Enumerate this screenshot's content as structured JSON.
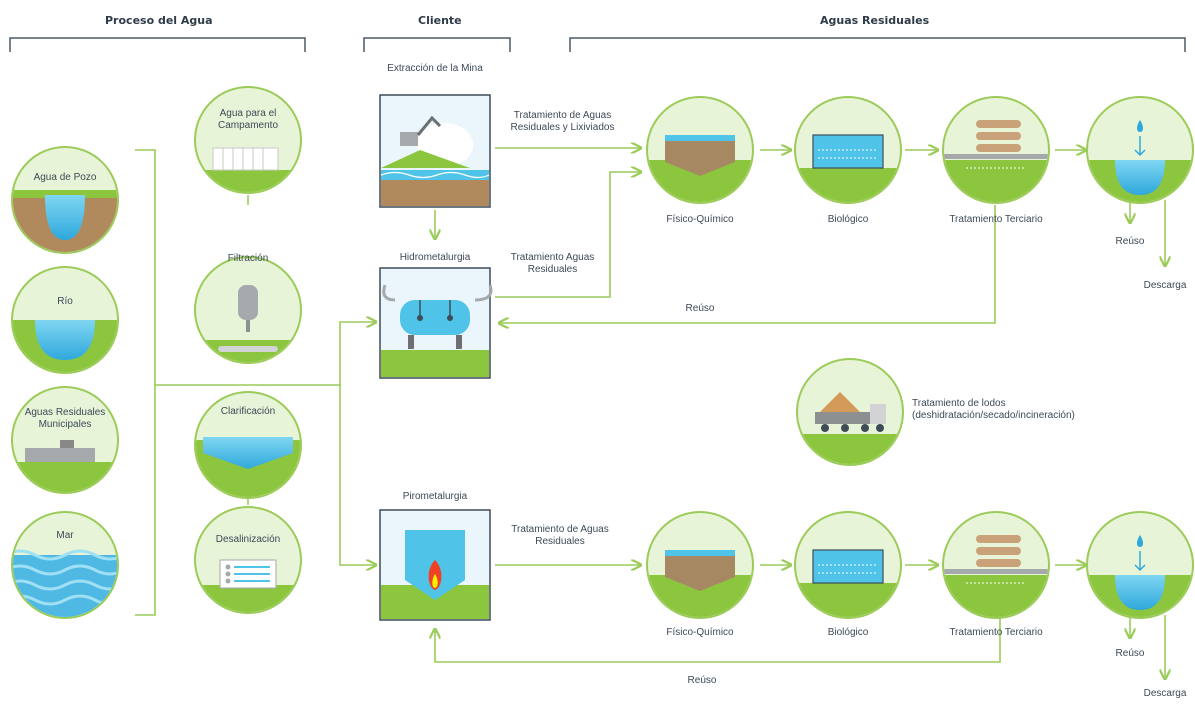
{
  "sections": {
    "proceso": "Proceso del Agua",
    "cliente": "Cliente",
    "residuales": "Aguas Residuales"
  },
  "sources": [
    "Agua de Pozo",
    "Río",
    "Aguas Residuales Municipales",
    "Mar"
  ],
  "treatments": [
    "Agua para el Campamento",
    "Filtración",
    "Clarificación",
    "Desalinización"
  ],
  "client": {
    "mina": "Extracción de la Mina",
    "hidro": "Hidrometalurgia",
    "piro": "Pirometalurgia"
  },
  "flow_labels": {
    "trat_aguas_lixiviados": "Tratamiento de Aguas Residuales y Lixiviados",
    "trat_aguas_hidro": "Tratamiento Aguas Residuales",
    "trat_aguas_piro": "Tratamiento de Aguas Residuales",
    "reuso_top": "Reúso",
    "reuso_bottom": "Reúso"
  },
  "stages_top": [
    "Físico-Químico",
    "Biológico",
    "Tratamiento Terciario"
  ],
  "stages_bottom": [
    "Físico-Químico",
    "Biológico",
    "Tratamiento Terciario"
  ],
  "outlets_top": {
    "reuso": "Reúso",
    "descarga": "Descarga"
  },
  "outlets_bottom": {
    "reuso": "Reúso",
    "descarga": "Descarga"
  },
  "lodos": "Tratamiento de lodos (deshidratación/secado/incineración)",
  "colors": {
    "green": "#8cc63f",
    "water": "#4fc3e8",
    "brown": "#b08a5c",
    "line": "#9bcb58",
    "text": "#3c4a57"
  }
}
